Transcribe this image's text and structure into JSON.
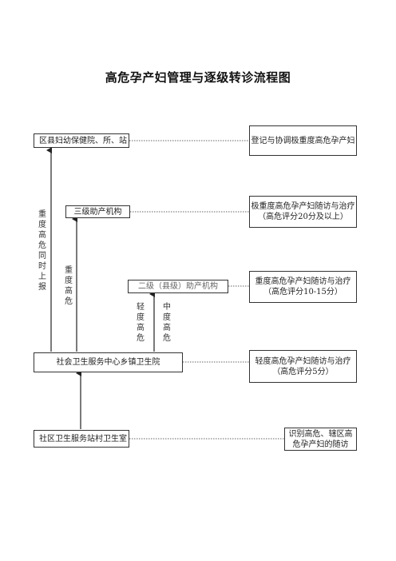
{
  "title": "高危孕产妇管理与逐级转诊流程图",
  "left_column": {
    "county": "区县妇幼保健院、所、站",
    "level3": "三级助产机构",
    "level2": "二级（县级）助产机构",
    "community_center": "社会卫生服务中心乡镇卫生院",
    "community_station": "社区卫生服务站村卫生室"
  },
  "right_column": {
    "county": "登记与协调极重度高危孕产妇",
    "level3_line1": "极重度高危孕产妇随访与治疗",
    "level3_line2": "（高危评分20分及以上）",
    "level2_line1": "重度高危孕产妇随访与治疗",
    "level2_line2": "（高危评分10-15分）",
    "community_center_line1": "轻度高危孕产妇随访与治疗",
    "community_center_line2": "（高危评分5分）",
    "community_station_line1": "识别高危、辖区高",
    "community_station_line2": "危孕产妇的随访"
  },
  "arrow_labels": {
    "to_county": "重度高危同时上报",
    "to_level3": "重度高危",
    "to_level2_light": "轻度高危",
    "to_level2_medium": "中度高危"
  }
}
